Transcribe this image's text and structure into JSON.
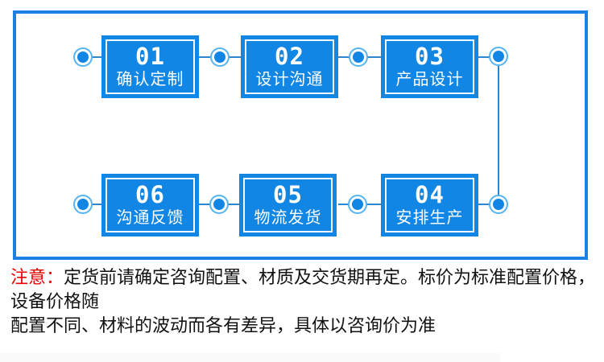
{
  "flow": {
    "steps": [
      {
        "number": "01",
        "label": "确认定制"
      },
      {
        "number": "02",
        "label": "设计沟通"
      },
      {
        "number": "03",
        "label": "产品设计"
      },
      {
        "number": "04",
        "label": "安排生产"
      },
      {
        "number": "05",
        "label": "物流发货"
      },
      {
        "number": "06",
        "label": "沟通反馈"
      }
    ]
  },
  "note": {
    "label": "注意：",
    "line1": "定货前请确定咨询配置、材质及交货期再定。标价为标准配置价格，设备价格随",
    "line2": "配置不同、材料的波动而各有差异，具体以咨询价为准"
  },
  "colors": {
    "box_blue": "#1186e4",
    "frame_blue": "#1a80e4",
    "node_ring_blue": "#54b4f2",
    "line_blue": "#2e86d0",
    "note_red": "#e60000",
    "note_text": "#111111"
  }
}
